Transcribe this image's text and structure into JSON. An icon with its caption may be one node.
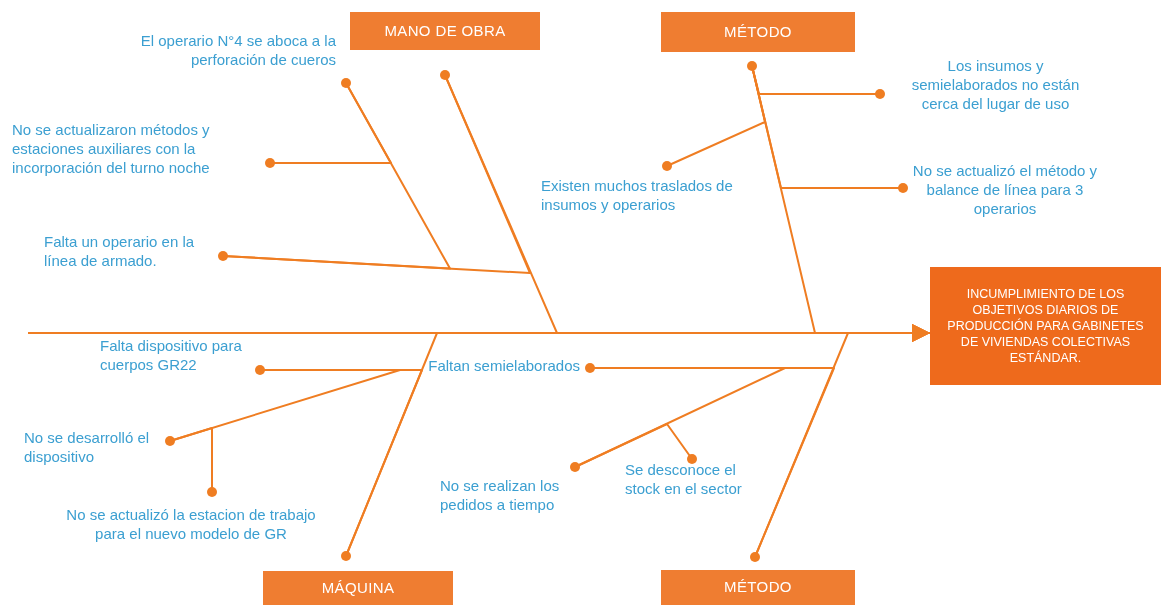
{
  "diagram": {
    "nodes": [
      {
        "text": [
          "MANO DE OBRA"
        ]
      },
      {
        "text": [
          "MÉTODO"
        ]
      },
      {
        "text": [
          "El operario N°4 se aboca a la perforación de cueros"
        ]
      },
      {
        "text": [
          "Los insumos y semielaborados no están cerca del lugar de uso"
        ]
      },
      {
        "text": [
          "No se actualizaron métodos y estaciones auxiliares con la incorporación del turno noche"
        ]
      },
      {
        "text": [
          "Existen muchos traslados de insumos y operarios"
        ]
      },
      {
        "text": [
          "No se actualizó el método y balance de línea para 3 operarios"
        ]
      },
      {
        "text": [
          "Falta un operario en la línea de armado."
        ]
      },
      {
        "text": [
          "INCUMPLIMIENTO DE LOS OBJETIVOS DIARIOS DE PRODUCCIÓN PARA GABINETES DE VIVIENDAS COLECTIVAS ESTÁNDAR."
        ]
      },
      {
        "text": [
          "Falta dispositivo para cuerpos GR22"
        ]
      },
      {
        "text": [
          "Faltan semielaborados"
        ]
      },
      {
        "text": [
          "No se desarrolló el dispositivo"
        ]
      },
      {
        "text": [
          "No se realizan los pedidos a tiempo"
        ]
      },
      {
        "text": [
          "Se desconoce el stock en el sector"
        ]
      },
      {
        "text": [
          "No se actualizó la estacion de trabajo para el nuevo modelo de GR"
        ]
      },
      {
        "text": [
          "MÁQUINA"
        ]
      },
      {
        "text": [
          "MÉTODO"
        ]
      }
    ],
    "edges": [
      {
        "from": 0,
        "to": 8,
        "arrow": "to"
      },
      {
        "from": 1,
        "to": 8,
        "arrow": "to"
      },
      {
        "from": 15,
        "to": 8,
        "arrow": "to"
      },
      {
        "from": 16,
        "to": 8,
        "arrow": "to"
      },
      {
        "from": 2,
        "to": 7,
        "arrow": "other"
      },
      {
        "from": 4,
        "to": 2,
        "arrow": "other"
      },
      {
        "from": 7,
        "to": 0,
        "arrow": "other"
      },
      {
        "from": 5,
        "to": 1,
        "arrow": "other"
      },
      {
        "from": 3,
        "to": 1,
        "arrow": "other"
      },
      {
        "from": 6,
        "to": 1,
        "arrow": "other"
      },
      {
        "from": 9,
        "to": 15,
        "arrow": "other"
      },
      {
        "from": 11,
        "to": 9,
        "arrow": "other"
      },
      {
        "from": 14,
        "to": 11,
        "arrow": "other"
      },
      {
        "from": 10,
        "to": 16,
        "arrow": "other"
      },
      {
        "from": 12,
        "to": 10,
        "arrow": "other"
      },
      {
        "from": 13,
        "to": 12,
        "arrow": "other"
      }
    ]
  }
}
